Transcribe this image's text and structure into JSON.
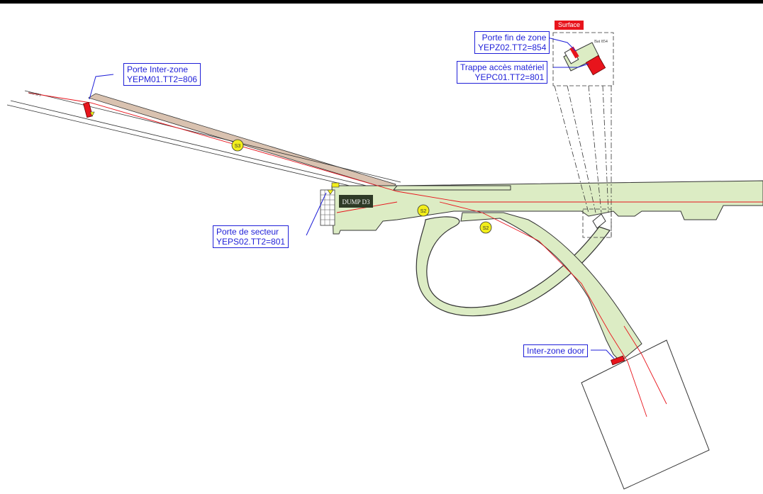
{
  "colors": {
    "gallery_green": "#dcecc4",
    "gallery_brown": "#d9c2b0",
    "door_red": "#e8141c",
    "callout_blue": "#1f1fd8",
    "sector_yellow": "#f2ee1a",
    "dump_bg": "#2e3a26"
  },
  "callouts": {
    "porte_inter_zone": {
      "line1": "Porte Inter-zone",
      "line2": "YEPM01.TT2=806"
    },
    "porte_secteur": {
      "line1": "Porte de secteur",
      "line2": "YEPS02.TT2=801"
    },
    "porte_fin_zone": {
      "line1": "Porte fin de zone",
      "line2": "YEPZ02.TT2=854"
    },
    "trappe_acces": {
      "line1": "Trappe accès matériel",
      "line2": "YEPC01.TT2=801"
    },
    "inter_zone_door": {
      "line1": "Inter-zone door"
    }
  },
  "labels": {
    "surface": "Surface",
    "building": "Bat 854",
    "tunnel_tag": "vers SPS",
    "dump": "DUMP D3",
    "sector_s3": "S3",
    "sector_s2a": "S2",
    "sector_s2b": "S2"
  }
}
